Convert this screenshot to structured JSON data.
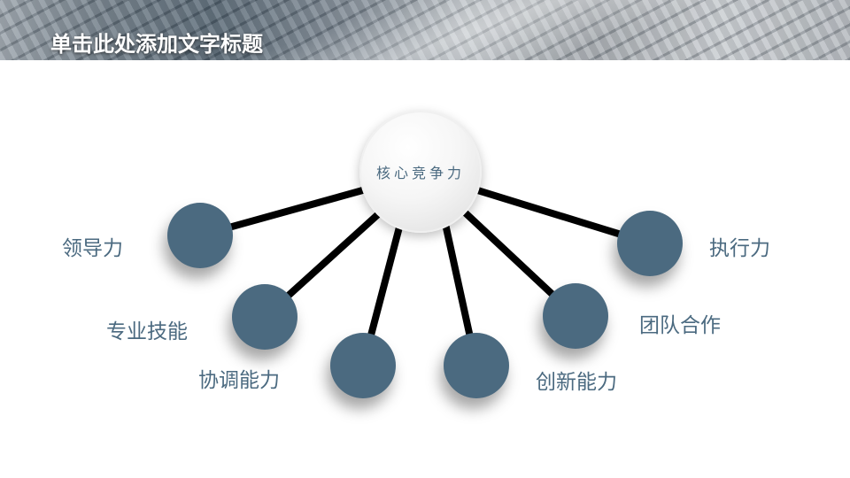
{
  "slide": {
    "title": "单击此处添加文字标题"
  },
  "diagram": {
    "center": {
      "label": "核心竞争力"
    },
    "branches": [
      {
        "label": "领导力"
      },
      {
        "label": "专业技能"
      },
      {
        "label": "协调能力"
      },
      {
        "label": "创新能力"
      },
      {
        "label": "团队合作"
      },
      {
        "label": "执行力"
      }
    ],
    "colors": {
      "node": "#4b6a80",
      "label": "#4b6a80",
      "connector": "#000000"
    }
  }
}
